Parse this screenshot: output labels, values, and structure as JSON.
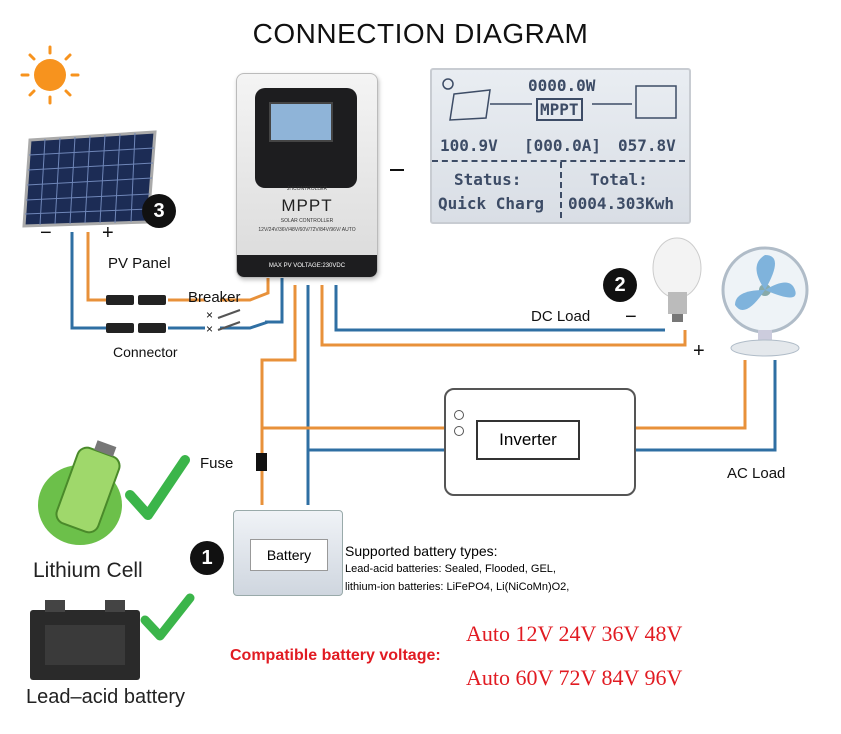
{
  "title": "CONNECTION DIAGRAM",
  "controller": {
    "brand": "MPPT",
    "subtitle": "SOLAR CONTROLLER",
    "voltages": "12V/24V/36V/48V/60V/72V/84V/96V/ AUTO",
    "footer": "MAX PV VOLTAGE:230VDC",
    "maker": "JHCONTROLLER"
  },
  "lcd": {
    "power": "0000.0W",
    "mode": "MPPT",
    "pv_voltage": "100.9V",
    "current": "[000.0A]",
    "battery_voltage": "057.8V",
    "status_label": "Status:",
    "status_value": "Quick Charg",
    "total_label": "Total:",
    "total_value": "0004.303Kwh"
  },
  "labels": {
    "pv_panel": "PV Panel",
    "breaker": "Breaker",
    "connector": "Connector",
    "dc_load": "DC Load",
    "inverter": "Inverter",
    "ac_load": "AC Load",
    "fuse": "Fuse",
    "battery": "Battery",
    "lithium": "Lithium Cell",
    "lead_acid": "Lead–acid battery",
    "minus": "−",
    "plus": "+"
  },
  "markers": {
    "one": "1",
    "two": "2",
    "three": "3"
  },
  "supported": {
    "heading": "Supported battery types:",
    "line1": "Lead-acid batteries: Sealed, Flooded, GEL,",
    "line2": "lithium-ion batteries: LiFePO4, Li(NiCoMn)O2,"
  },
  "compatible": {
    "label": "Compatible battery voltage:",
    "row1": "Auto 12V 24V 36V 48V",
    "row2": "Auto 60V 72V 84V 96V"
  },
  "colors": {
    "positive_wire": "#e8913a",
    "negative_wire": "#2f6fa3",
    "accent_red": "#e11b22",
    "check_green": "#3bb54a",
    "lcd_text": "#3d4c66"
  }
}
